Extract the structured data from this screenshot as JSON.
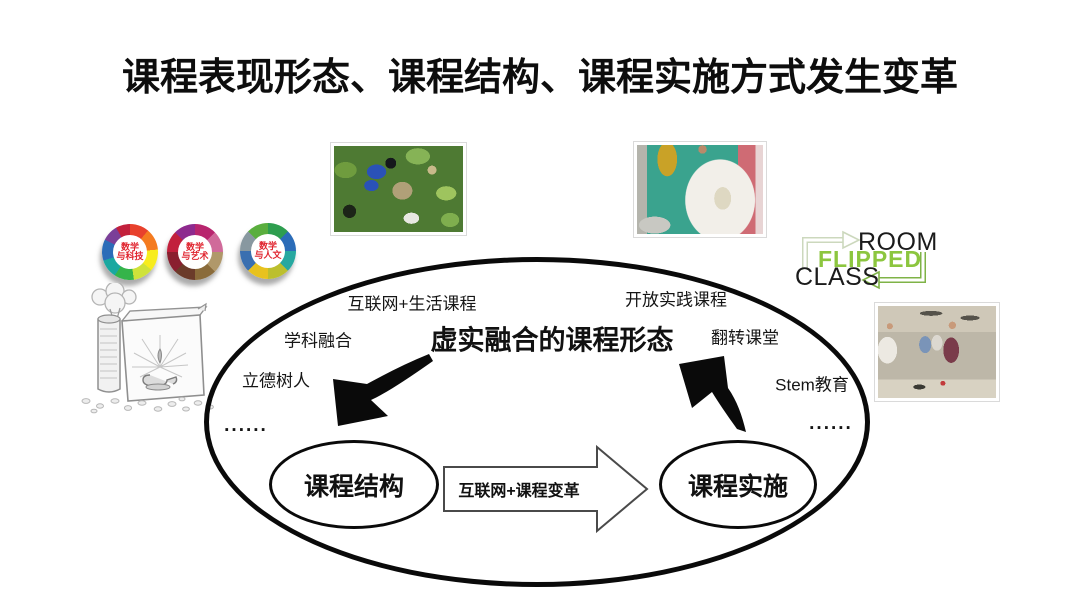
{
  "title": "课程表现形态、课程结构、课程实施方式发生变革",
  "badges": [
    {
      "line1": "数学",
      "line2": "与科技"
    },
    {
      "line1": "数学",
      "line2": "与艺术"
    },
    {
      "line1": "数学",
      "line2": "与人文"
    }
  ],
  "flipped_logo": {
    "top_word": "ROOM",
    "middle_word": "FLIPPED",
    "bottom_word": "CLASS"
  },
  "diagram": {
    "center_label": "虚实融合的课程形态",
    "labels": {
      "internet_life": "互联网+生活课程",
      "open_practice": "开放实践课程",
      "subject_integration": "学科融合",
      "moral_education": "立德树人",
      "flipped_classroom": "翻转课堂",
      "stem": "Stem教育",
      "ellipsis_left": "......",
      "ellipsis_right": "......"
    },
    "nodes": {
      "left": "课程结构",
      "right": "课程实施"
    },
    "arrow_label": "互联网+课程变革"
  },
  "colors": {
    "flipped_green": "#8cc63f",
    "logo_arrow_pale": "#ccd8bd",
    "logo_arrow_green": "#7fb347",
    "ink": "#111111"
  }
}
